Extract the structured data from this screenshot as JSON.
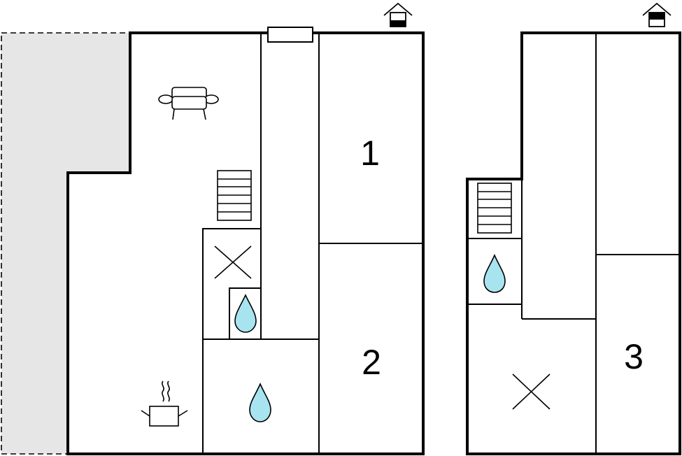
{
  "floor_plan": {
    "rooms": [
      {
        "id": "room-1",
        "number": "1"
      },
      {
        "id": "room-2",
        "number": "2"
      },
      {
        "id": "room-3",
        "number": "3"
      }
    ],
    "icons": {
      "entrance": "house-entrance-icon",
      "sofa": "sofa-icon",
      "stairs": "stairs-icon",
      "toilet": "toilet-icon",
      "shower": "shower-drop-icon",
      "kitchen": "cooking-pot-icon"
    },
    "colors": {
      "wall": "#000000",
      "terrace": "#e6e6e6",
      "water": "#a8e4f0",
      "background": "#ffffff"
    }
  }
}
